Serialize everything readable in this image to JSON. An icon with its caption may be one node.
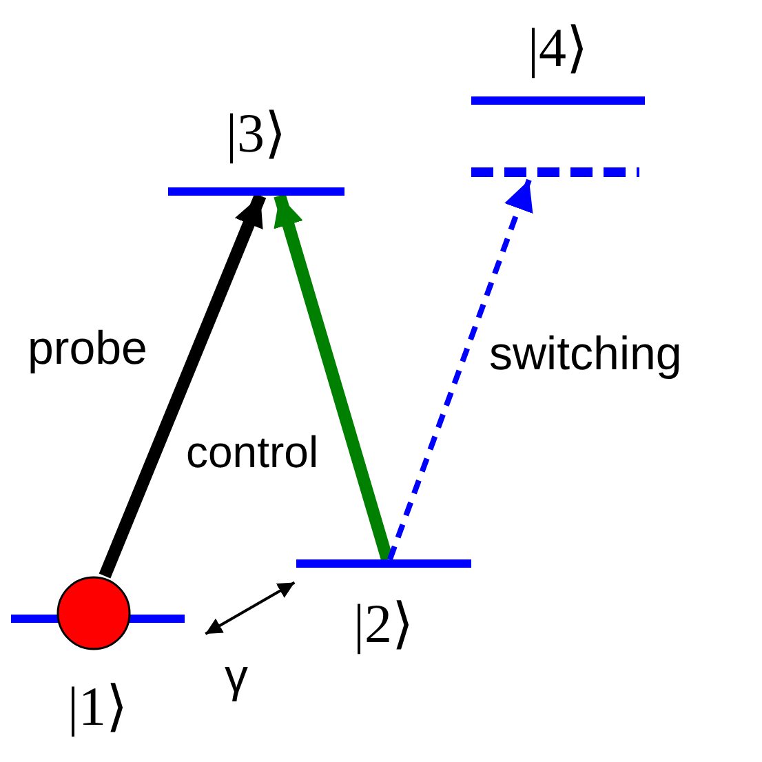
{
  "diagram": {
    "nodes": [
      {
        "text": [
          "|4⟩"
        ]
      },
      {
        "text": [],
        "shape": "bar"
      },
      {
        "text": [
          "|3⟩"
        ]
      },
      {
        "text": [
          "|2⟩"
        ]
      },
      {
        "text": [
          "|1⟩"
        ]
      },
      {
        "text": [],
        "shape": "circle"
      }
    ],
    "edges": [
      {
        "from": 5,
        "to": 2,
        "arrow": "to",
        "label": "probe",
        "style": "thick"
      },
      {
        "from": 3,
        "to": 2,
        "arrow": "to",
        "label": "control",
        "style": "thick",
        "color": "#008000"
      },
      {
        "from": 3,
        "to": 1,
        "arrow": "to",
        "label": "switching",
        "style": "dashed",
        "color": "#0000ff"
      },
      {
        "from": 4,
        "to": 3,
        "arrow": "both",
        "label": "γ"
      }
    ]
  }
}
